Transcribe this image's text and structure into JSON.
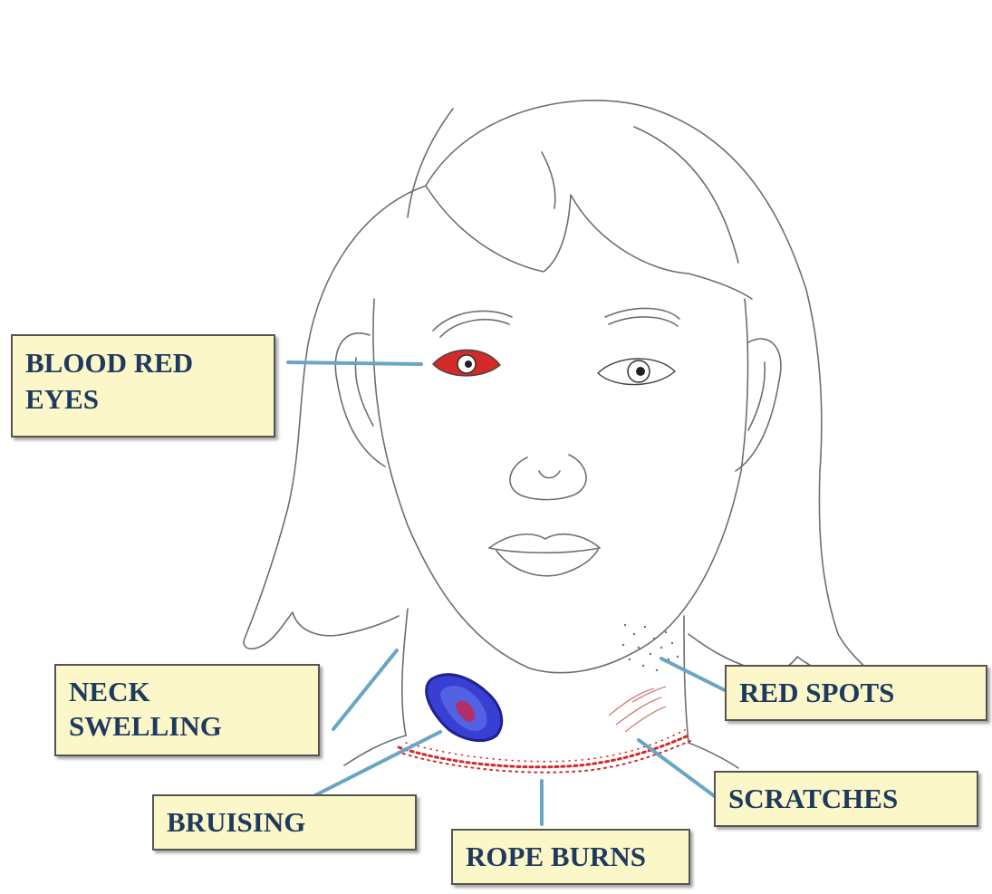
{
  "colors": {
    "label_fill": "#fbf7c8",
    "label_border": "#555550",
    "label_text": "#1f3a5f",
    "leader_line": "#6aa5c4",
    "sketch_line": "#6e6e6e",
    "blood_red": "#d42a2a",
    "bruise_blue": "#2d36c8",
    "bruise_center": "#b0306a"
  },
  "labels": {
    "blood_red_eyes": [
      "BLOOD RED",
      "EYES"
    ],
    "neck_swelling": [
      "NECK",
      "SWELLING"
    ],
    "red_spots": [
      "RED SPOTS"
    ],
    "scratches": [
      "SCRATCHES"
    ],
    "bruising": [
      "BRUISING"
    ],
    "rope_burns": [
      "ROPE BURNS"
    ]
  }
}
